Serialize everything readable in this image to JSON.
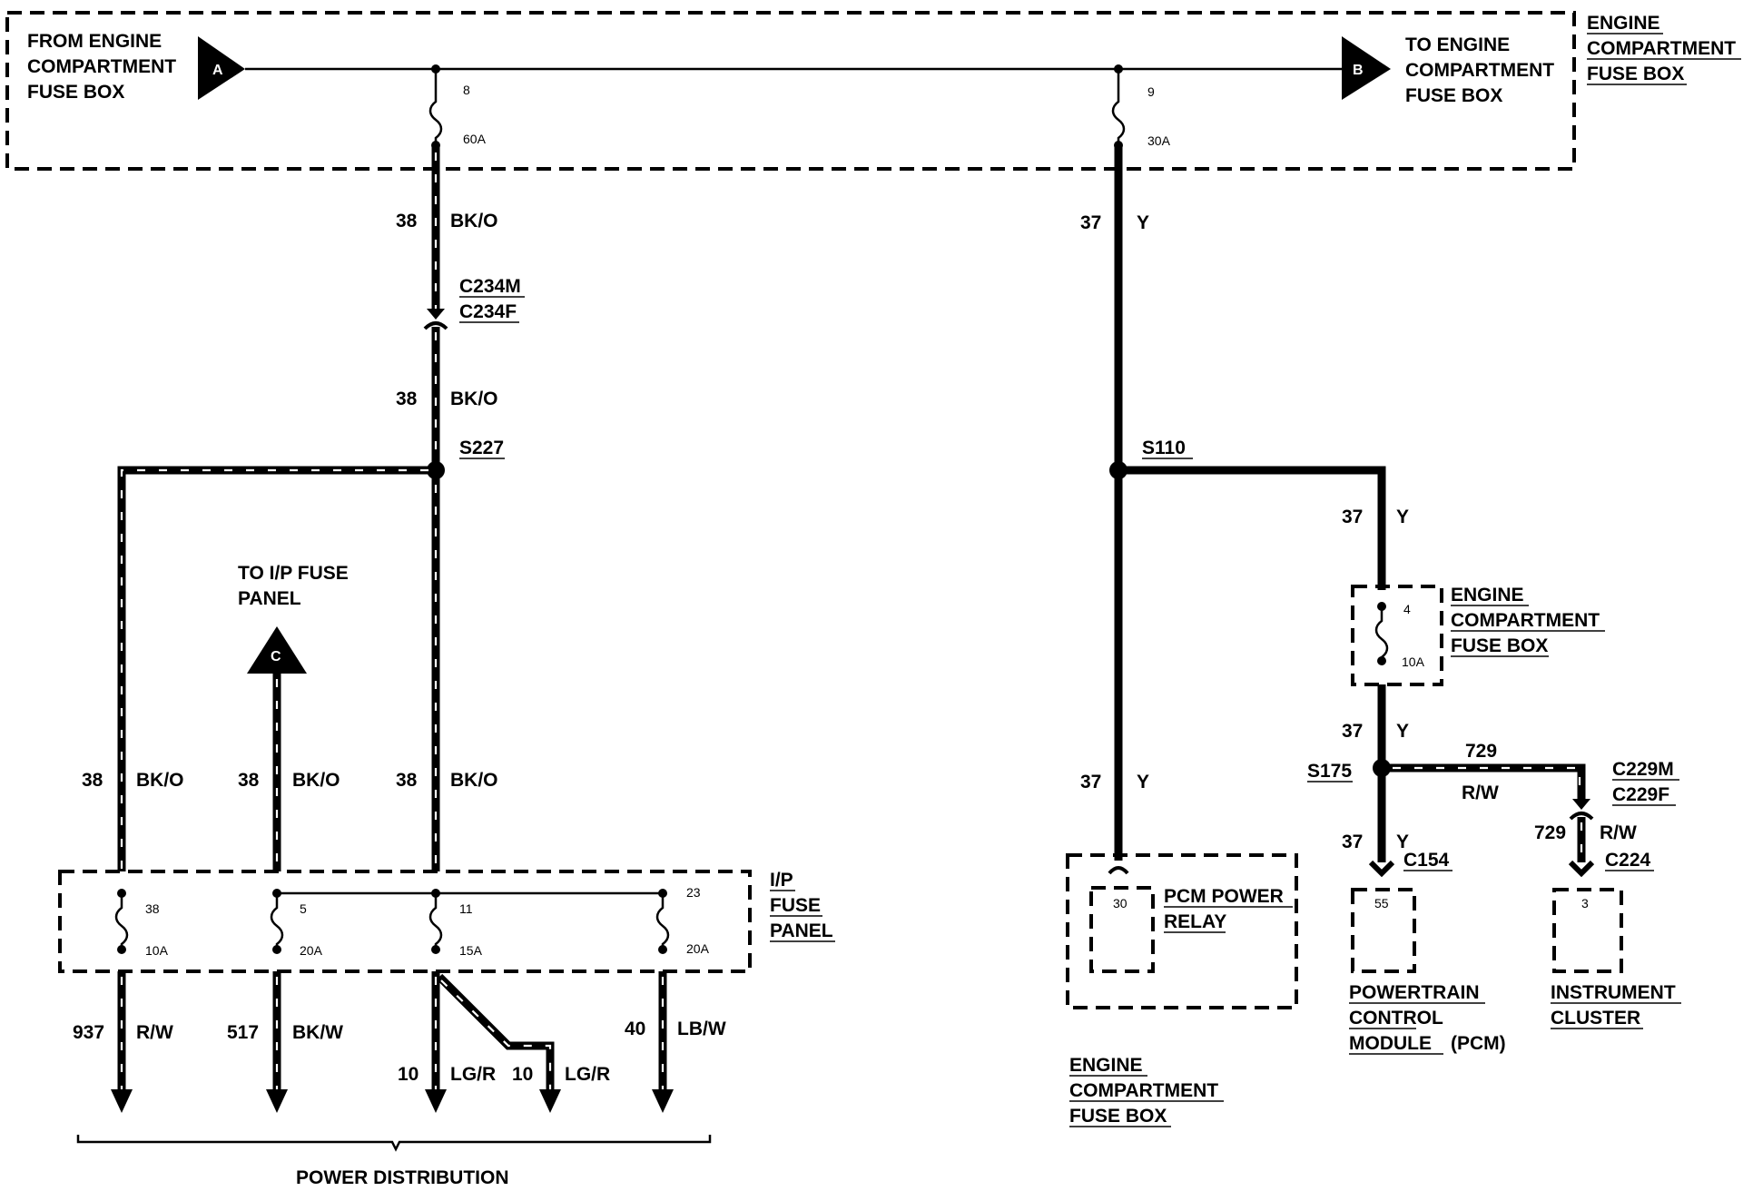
{
  "connectors": {
    "a": {
      "letter": "A",
      "label": [
        "FROM ENGINE",
        "COMPARTMENT",
        "FUSE BOX"
      ]
    },
    "b": {
      "letter": "B",
      "label": [
        "TO ENGINE",
        "COMPARTMENT",
        "FUSE BOX"
      ]
    },
    "c": {
      "letter": "C",
      "label": [
        "TO I/P FUSE",
        "PANEL"
      ]
    }
  },
  "engine_box_top": {
    "label": [
      "ENGINE",
      "COMPARTMENT",
      "FUSE BOX"
    ]
  },
  "fuses_top": [
    {
      "number": "8",
      "rating": "60A"
    },
    {
      "number": "9",
      "rating": "30A"
    }
  ],
  "wires": {
    "left_trunk_upper": {
      "circuit": "38",
      "color": "BK/O"
    },
    "c234": {
      "male": "C234M",
      "female": "C234F"
    },
    "left_trunk_mid": {
      "circuit": "38",
      "color": "BK/O"
    },
    "s227": "S227",
    "left_branch": {
      "circuit": "38",
      "color": "BK/O"
    },
    "mid_branch": {
      "circuit": "38",
      "color": "BK/O"
    },
    "trunk_lower": {
      "circuit": "38",
      "color": "BK/O"
    },
    "right_upper": {
      "circuit": "37",
      "color": "Y"
    },
    "s110": "S110",
    "right_lower": {
      "circuit": "37",
      "color": "Y"
    },
    "s110_branch": {
      "circuit": "37",
      "color": "Y"
    },
    "below_fuse4": {
      "circuit": "37",
      "color": "Y"
    },
    "s175": "S175",
    "w729_top": "729",
    "w729_color": "R/W",
    "c229": {
      "male": "C229M",
      "female": "C229F"
    },
    "w729_down": {
      "circuit": "729",
      "color": "R/W"
    },
    "c224": "C224",
    "pcm_wire": {
      "circuit": "37",
      "color": "Y"
    },
    "c154": "C154"
  },
  "ip_fuse_panel": {
    "label": [
      "I/P",
      "FUSE",
      "PANEL"
    ],
    "fuses": [
      {
        "number": "38",
        "rating": "10A"
      },
      {
        "number": "5",
        "rating": "20A"
      },
      {
        "number": "11",
        "rating": "15A"
      },
      {
        "number": "23",
        "rating": "20A"
      }
    ],
    "outputs": [
      {
        "circuit": "937",
        "color": "R/W"
      },
      {
        "circuit": "517",
        "color": "BK/W"
      },
      {
        "circuit": "10",
        "color": "LG/R"
      },
      {
        "circuit": "10",
        "color": "LG/R"
      },
      {
        "circuit": "40",
        "color": "LB/W"
      }
    ]
  },
  "engine_box_small": {
    "fuse_number": "4",
    "rating": "10A",
    "label": [
      "ENGINE",
      "COMPARTMENT",
      "FUSE BOX"
    ]
  },
  "pcm_relay": {
    "pin": "30",
    "label": [
      "PCM POWER",
      "RELAY"
    ]
  },
  "pcm": {
    "pin": "55",
    "label": [
      "POWERTRAIN",
      "CONTROL",
      "MODULE"
    ],
    "suffix": "(PCM)"
  },
  "cluster": {
    "pin": "3",
    "label": [
      "INSTRUMENT",
      "CLUSTER"
    ]
  },
  "engine_box_bottom": {
    "label": [
      "ENGINE",
      "COMPARTMENT",
      "FUSE BOX"
    ]
  },
  "footer": "POWER DISTRIBUTION"
}
